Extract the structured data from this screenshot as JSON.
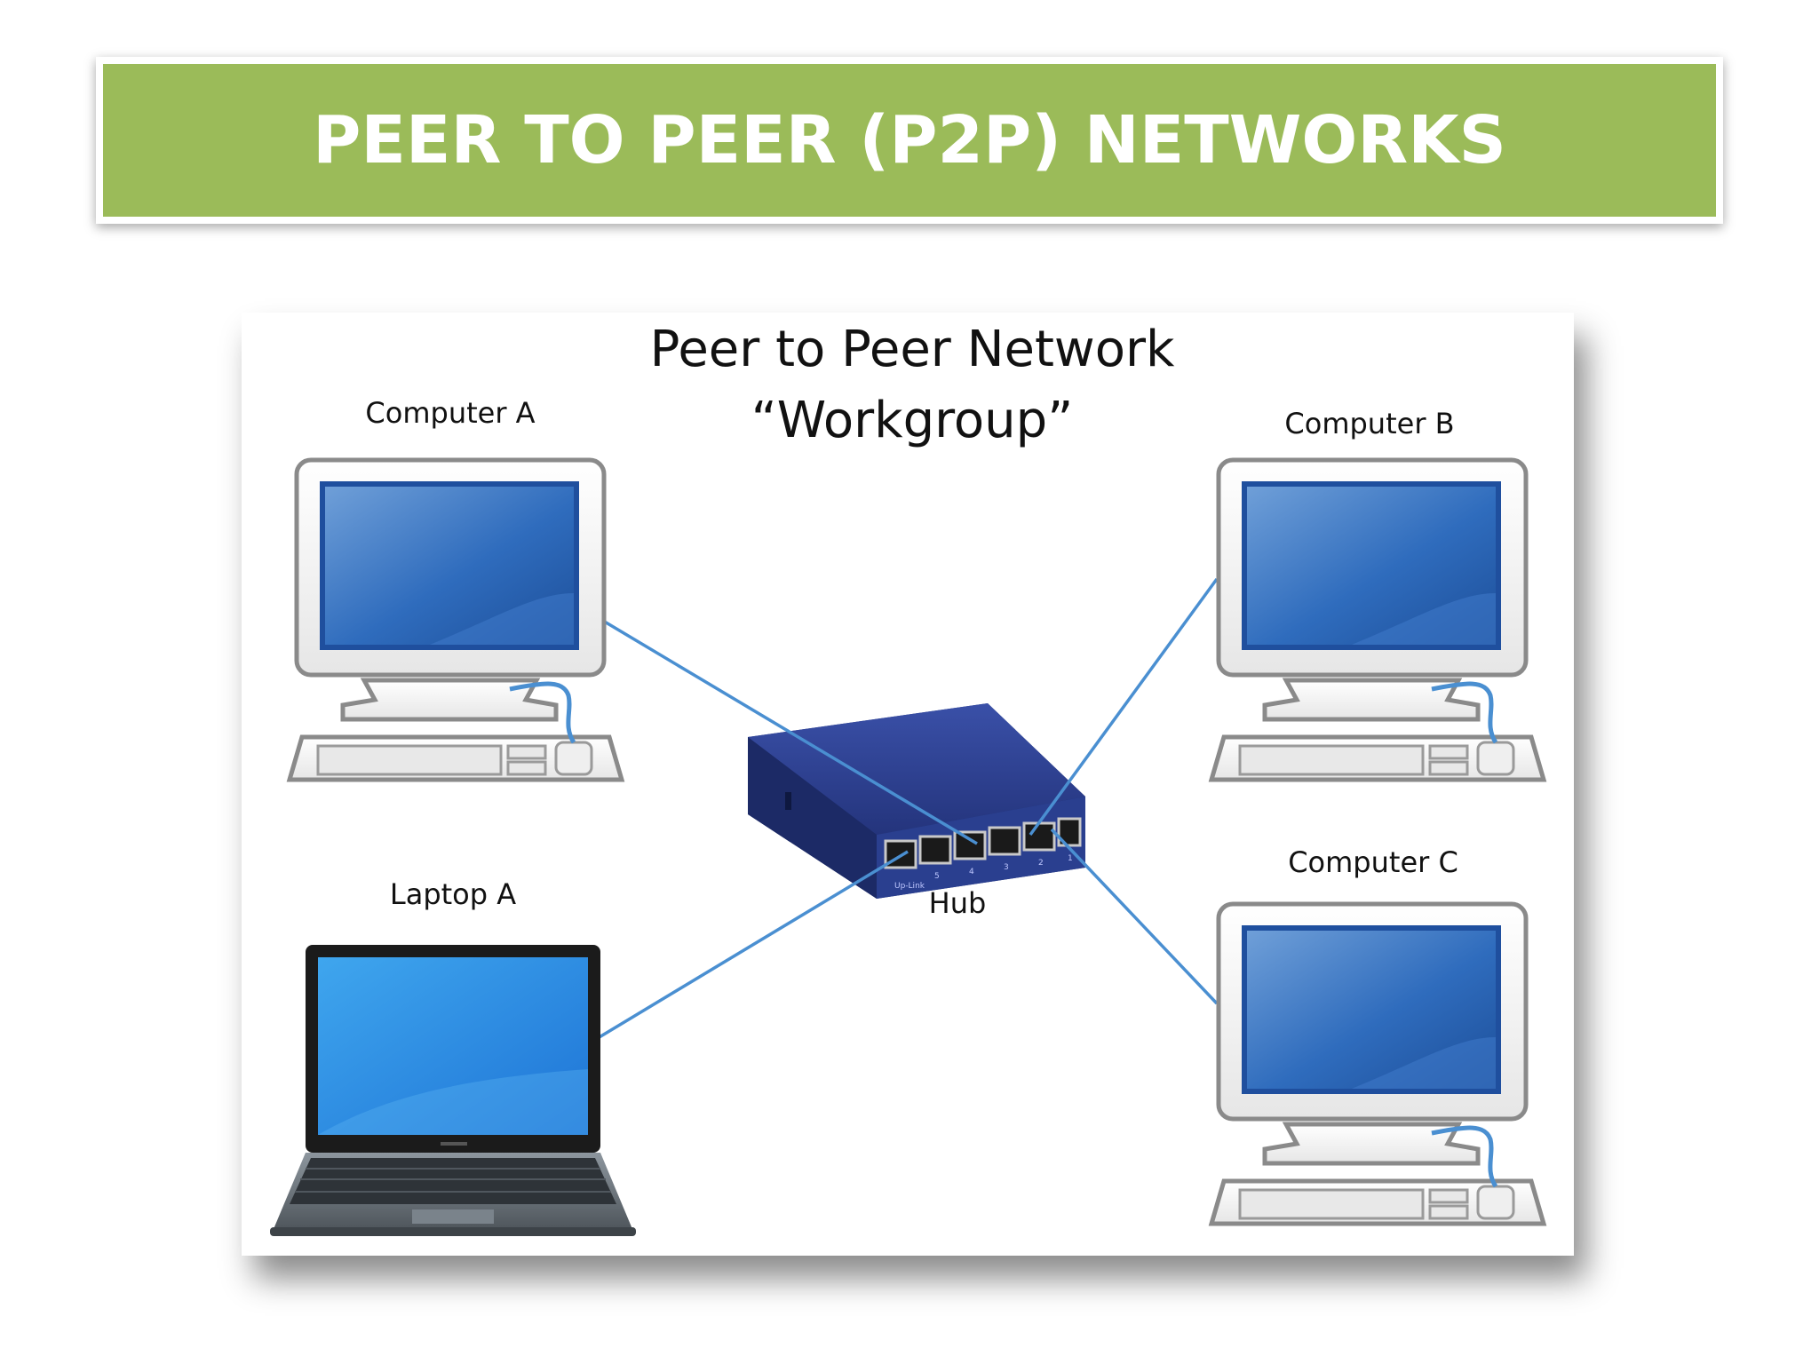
{
  "slide": {
    "title": "PEER TO PEER (P2P) NETWORKS"
  },
  "diagram": {
    "title_line1": "Peer to Peer Network",
    "title_line2": "“Workgroup”",
    "nodes": {
      "computer_a": "Computer A",
      "computer_b": "Computer B",
      "computer_c": "Computer C",
      "laptop_a": "Laptop A",
      "hub": "Hub"
    },
    "hub_port_labels": [
      "Up-Link",
      "5",
      "4",
      "3",
      "2",
      "1"
    ]
  },
  "colors": {
    "title_bar": "#9bbb59",
    "title_text": "#ffffff",
    "link_line": "#4a8fd1",
    "hub_body": "#2a3f8f",
    "screen": "#2a64b5"
  }
}
